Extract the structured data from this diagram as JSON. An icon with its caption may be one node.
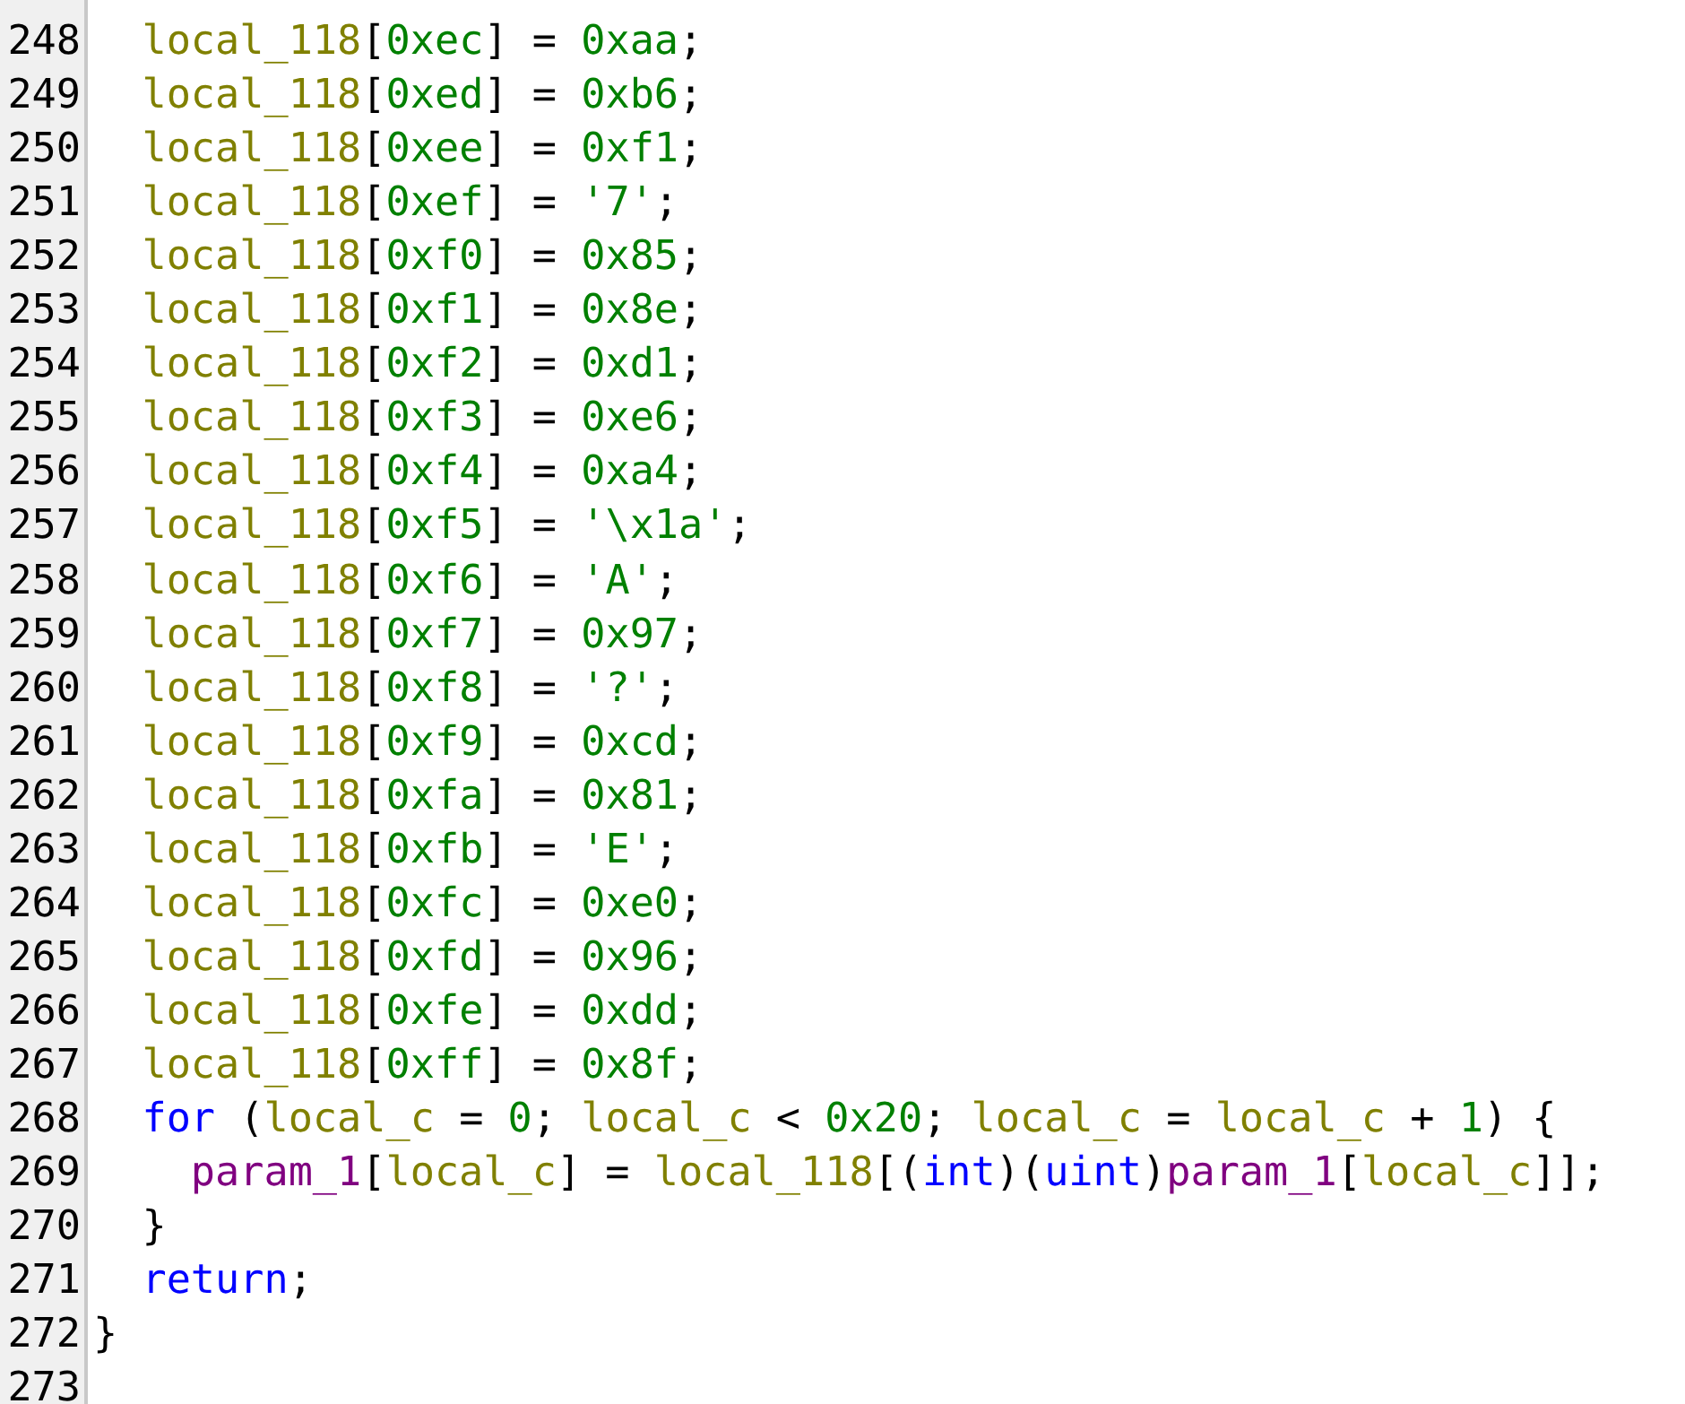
{
  "diagram": {
    "labels": [
      "248",
      "  local_118[0xec] = 0xaa;",
      "249",
      "  local_118[0xed] = 0xb6;",
      "250",
      "  local_118[0xee] = 0xf1;",
      "251",
      "  local_118[0xef] = '7';",
      "252",
      "  local_118[0xf0] = 0x85;",
      "253",
      "  local_118[0xf1] = 0x8e;",
      "254",
      "  local_118[0xf2] = 0xd1;",
      "255",
      "  local_118[0xf3] = 0xe6;",
      "256",
      "  local_118[0xf4] = 0xa4;",
      "257",
      "  local_118[0xf5] = '\\x1a';",
      "258",
      "  local_118[0xf6] = 'A';",
      "259",
      "  local_118[0xf7] = 0x97;",
      "260",
      "  local_118[0xf8] = '?';",
      "261",
      "  local_118[0xf9] = 0xcd;",
      "262",
      "  local_118[0xfa] = 0x81;",
      "263",
      "  local_118[0xfb] = 'E';",
      "264",
      "  local_118[0xfc] = 0xe0;",
      "265",
      "  local_118[0xfd] = 0x96;",
      "266",
      "  local_118[0xfe] = 0xdd;",
      "267",
      "  local_118[0xff] = 0x8f;",
      "268",
      "  for (local_c = 0; local_c < 0x20; local_c = local_c + 1) {",
      "269",
      "    param_1[local_c] = local_118[(int)(uint)param_1[local_c]];",
      "270",
      "  }",
      "271",
      "  return;",
      "272",
      "}",
      "273"
    ]
  }
}
